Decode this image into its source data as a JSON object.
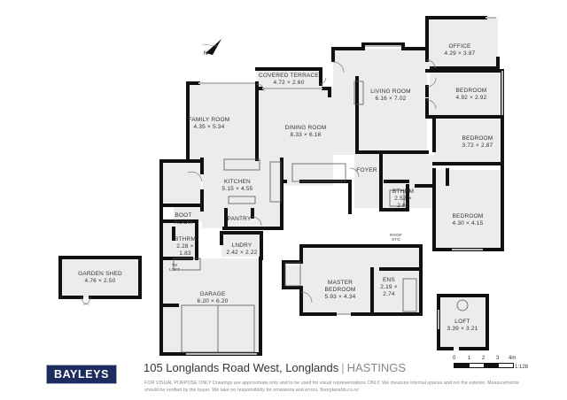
{
  "plan": {
    "rooms": {
      "covered_terrace": {
        "name": "Covered Terrace",
        "dims": "4.72 × 2.60"
      },
      "living_room": {
        "name": "Living Room",
        "dims": "6.16 × 7.02"
      },
      "office": {
        "name": "Office",
        "dims": "4.29 × 3.87"
      },
      "bedroom_1": {
        "name": "Bedroom",
        "dims": "4.92 × 2.92"
      },
      "family_room": {
        "name": "Family Room",
        "dims": "4.35 × 5.34"
      },
      "dining_room": {
        "name": "Dining Room",
        "dims": "8.33 × 6.18"
      },
      "bedroom_2": {
        "name": "Bedroom",
        "dims": "3.72 × 2.87"
      },
      "foyer": {
        "name": "Foyer",
        "dims": ""
      },
      "kitchen": {
        "name": "Kitchen",
        "dims": "5.15 × 4.55"
      },
      "bthrm_main": {
        "name": "Bthrm",
        "dims": "2.52 ×",
        "dims2": "2.67"
      },
      "bedroom_3": {
        "name": "Bedroom",
        "dims": "4.30 × 4.15"
      },
      "boot_room": {
        "name": "Boot",
        "name2": "Room"
      },
      "pantry": {
        "name": "Pantry"
      },
      "bthrm_small": {
        "name": "Bthrm",
        "dims": "2.28 ×",
        "dims2": "1.83"
      },
      "lndry": {
        "name": "Lndry",
        "dims": "2.42 × 2.22"
      },
      "to_loft": {
        "name": "To",
        "name2": "Loft"
      },
      "garden_shed": {
        "name": "Garden Shed",
        "dims": "4.76 × 2.50"
      },
      "garage": {
        "name": "Garage",
        "dims": "6.20 × 6.20"
      },
      "master_bedroom": {
        "name": "Master",
        "name2": "Bedroom",
        "dims": "5.93 × 4.34"
      },
      "ens": {
        "name": "Ens",
        "dims": "2.19 ×",
        "dims2": "2.74"
      },
      "roof_stg": {
        "name": "Roof",
        "name2": "Stg"
      },
      "loft": {
        "name": "Loft",
        "dims": "3.39 × 3.21"
      }
    },
    "north_icon": "north-arrow-icon"
  },
  "footer": {
    "logo": "BAYLEYS",
    "address": "105 Longlands Road West, Longlands",
    "separator": "|",
    "city": "HASTINGS",
    "disclaimer": "FOR VISUAL PURPOSE ONLY Drawings are approximate only and to be used for visual representations ONLY. We measure internal spaces and not the exterior. Measurements should be verified by the buyer. We take no responsibility for omissions and errors. floorplanshb.co.nz",
    "scale": {
      "ticks": [
        "0",
        "1",
        "2",
        "3",
        "4m"
      ],
      "ratio": "1:128"
    }
  }
}
